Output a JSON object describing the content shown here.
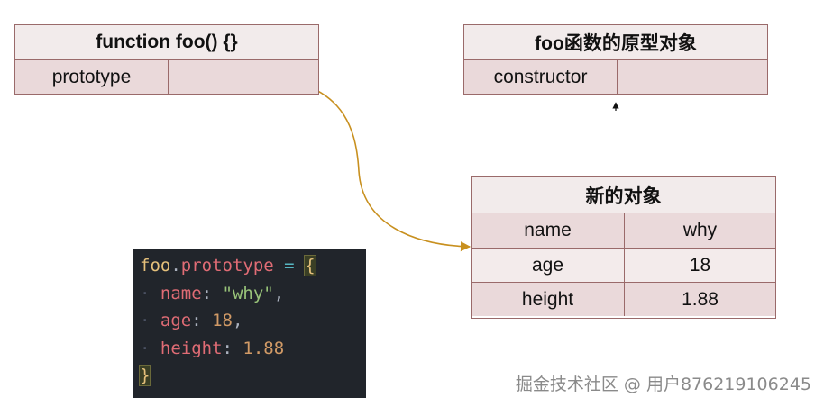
{
  "foo_box": {
    "title": "function foo() {}",
    "row": {
      "key": "prototype",
      "value": ""
    }
  },
  "proto_box": {
    "title": "foo函数的原型对象",
    "row": {
      "key": "constructor",
      "value": ""
    }
  },
  "new_obj": {
    "title": "新的对象",
    "rows": [
      {
        "key": "name",
        "value": "why"
      },
      {
        "key": "age",
        "value": "18"
      },
      {
        "key": "height",
        "value": "1.88"
      }
    ]
  },
  "code": {
    "line1": {
      "obj": "foo",
      "dot": ".",
      "prop": "prototype",
      "op": " = ",
      "brace": "{"
    },
    "line2": {
      "key": "name",
      "colon": ": ",
      "value": "\"why\"",
      "comma": ","
    },
    "line3": {
      "key": "age",
      "colon": ": ",
      "value": "18",
      "comma": ","
    },
    "line4": {
      "key": "height",
      "colon": ": ",
      "value": "1.88"
    },
    "line5": {
      "brace": "}"
    }
  },
  "watermark": "掘金技术社区 @ 用户876219106245",
  "colors": {
    "box_border": "#9a6a6a",
    "header_bg": "#f2ebeb",
    "row_dark": "#ead9da",
    "row_light": "#f3ebeb",
    "arrow": "#c8901f",
    "code_bg": "#21252b"
  }
}
